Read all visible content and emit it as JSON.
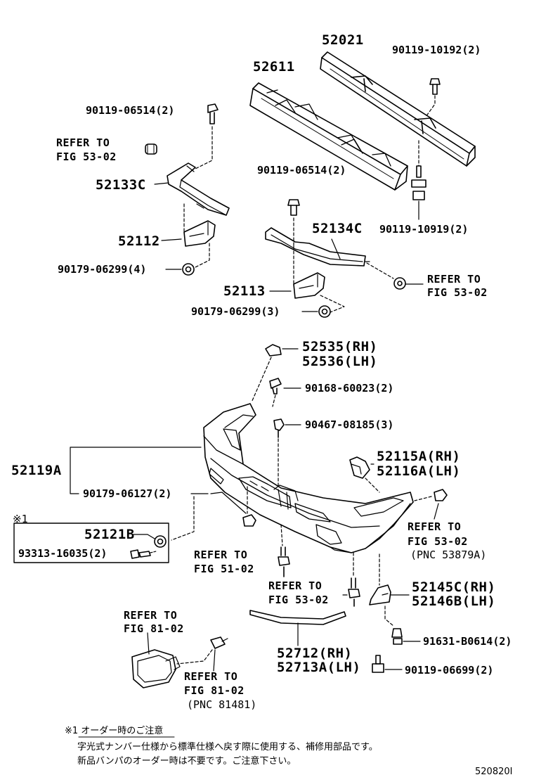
{
  "labels": {
    "p52021": "52021",
    "p90119_10192": "90119-10192(2)",
    "p52611": "52611",
    "p90119_06514_a": "90119-06514(2)",
    "refer_53_02_a": "REFER TO",
    "refer_53_02_a_fig": "FIG 53-02",
    "p52133c": "52133C",
    "p90119_06514_b": "90119-06514(2)",
    "p90119_10919": "90119-10919(2)",
    "p52112": "52112",
    "p52134c": "52134C",
    "p90179_06299_4": "90179-06299(4)",
    "refer_53_02_b": "REFER TO",
    "refer_53_02_b_fig": "FIG 53-02",
    "p52113": "52113",
    "p90179_06299_3": "90179-06299(3)",
    "p52535": "52535(RH)",
    "p52536": "52536(LH)",
    "p90168_60023": "90168-60023(2)",
    "p90467_08185": "90467-08185(3)",
    "p52115a": "52115A(RH)",
    "p52116a": "52116A(LH)",
    "p52119a": "52119A",
    "p90179_06127": "90179-06127(2)",
    "note_mark": "※1",
    "p52121b": "52121B",
    "p93313_16035": "93313-16035(2)",
    "refer_53_02_c": "REFER TO",
    "refer_53_02_c_fig": "FIG 53-02",
    "refer_53_02_c_pnc": "(PNC 53879A)",
    "refer_51_02": "REFER TO",
    "refer_51_02_fig": "FIG 51-02",
    "refer_53_02_d": "REFER TO",
    "refer_53_02_d_fig": "FIG 53-02",
    "p52145c": "52145C(RH)",
    "p52146b": "52146B(LH)",
    "refer_81_02_a": "REFER TO",
    "refer_81_02_a_fig": "FIG 81-02",
    "p52712": "52712(RH)",
    "p52713a": "52713A(LH)",
    "p91631": "91631-B0614(2)",
    "refer_81_02_b": "REFER TO",
    "refer_81_02_b_fig": "FIG 81-02",
    "refer_81_02_b_pnc": "(PNC 81481)",
    "p90119_06699": "90119-06699(2)"
  },
  "footnote": {
    "title": "※1 オーダー時のご注意",
    "line1": "字光式ナンバー仕様から標準仕様へ戻す際に使用する、補修用部品です。",
    "line2": "新品バンパのオーダー時は不要です。ご注意下さい。"
  },
  "diagram_id": "520820I"
}
